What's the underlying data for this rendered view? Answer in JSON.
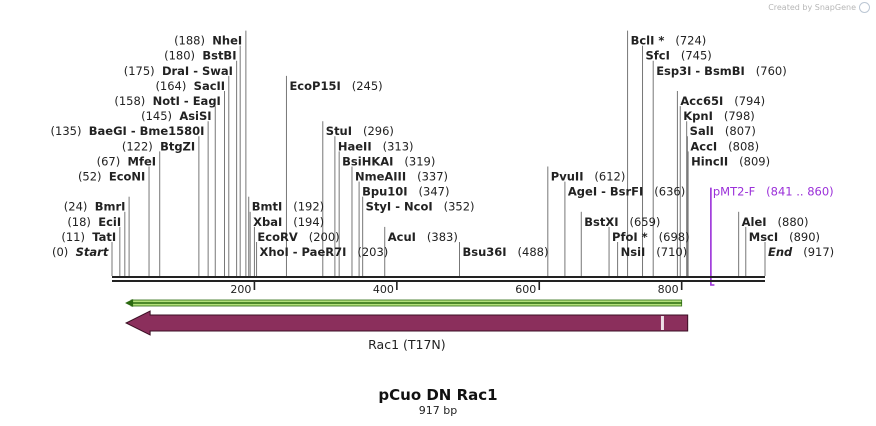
{
  "watermark": "Created by SnapGene",
  "map": {
    "title": "pCuo DN Rac1",
    "length_label": "917 bp",
    "length": 917,
    "ticks": [
      {
        "bp": 200,
        "label": "200"
      },
      {
        "bp": 400,
        "label": "400"
      },
      {
        "bp": 600,
        "label": "600"
      },
      {
        "bp": 800,
        "label": "800"
      }
    ],
    "sites": [
      {
        "name": "Start",
        "pos": "(0)",
        "bp": 0,
        "row": 0,
        "label_side": "left",
        "italic": true
      },
      {
        "name": "TatI",
        "pos": "(11)",
        "bp": 11,
        "row": 1,
        "label_side": "left"
      },
      {
        "name": "EciI",
        "pos": "(18)",
        "bp": 18,
        "row": 2,
        "label_side": "left"
      },
      {
        "name": "BmrI",
        "pos": "(24)",
        "bp": 24,
        "row": 3,
        "label_side": "left"
      },
      {
        "name": "EcoNI",
        "pos": "(52)",
        "bp": 52,
        "row": 5,
        "label_side": "left"
      },
      {
        "name": "MfeI",
        "pos": "(67)",
        "bp": 67,
        "row": 6,
        "label_side": "left"
      },
      {
        "name": "BtgZI",
        "pos": "(122)",
        "bp": 122,
        "row": 7,
        "label_side": "left"
      },
      {
        "name": "BaeGI - Bme1580I",
        "pos": "(135)",
        "bp": 135,
        "row": 8,
        "label_side": "left"
      },
      {
        "name": "AsiSI",
        "pos": "(145)",
        "bp": 145,
        "row": 9,
        "label_side": "left"
      },
      {
        "name": "NotI - EagI",
        "pos": "(158)",
        "bp": 158,
        "row": 10,
        "label_side": "left"
      },
      {
        "name": "SacII",
        "pos": "(164)",
        "bp": 164,
        "row": 11,
        "label_side": "left"
      },
      {
        "name": "DraI - SwaI",
        "pos": "(175)",
        "bp": 175,
        "row": 12,
        "label_side": "left"
      },
      {
        "name": "BstBI",
        "pos": "(180)",
        "bp": 180,
        "row": 13,
        "label_side": "left"
      },
      {
        "name": "NheI",
        "pos": "(188)",
        "bp": 188,
        "row": 14,
        "label_side": "left"
      },
      {
        "name": "XhoI - PaeR7I",
        "pos": "(203)",
        "bp": 203,
        "row": 0,
        "label_side": "right"
      },
      {
        "name": "EcoRV",
        "pos": "(200)",
        "bp": 200,
        "row": 1,
        "label_side": "right"
      },
      {
        "name": "XbaI",
        "pos": "(194)",
        "bp": 194,
        "row": 2,
        "label_side": "right"
      },
      {
        "name": "BmtI",
        "pos": "(192)",
        "bp": 192,
        "row": 3,
        "label_side": "right"
      },
      {
        "name": "EcoP15I",
        "pos": "(245)",
        "bp": 245,
        "row": 11,
        "label_side": "right"
      },
      {
        "name": "StuI",
        "pos": "(296)",
        "bp": 296,
        "row": 8,
        "label_side": "right"
      },
      {
        "name": "HaeII",
        "pos": "(313)",
        "bp": 313,
        "row": 7,
        "label_side": "right"
      },
      {
        "name": "BsiHKAI",
        "pos": "(319)",
        "bp": 319,
        "row": 6,
        "label_side": "right"
      },
      {
        "name": "NmeAIII",
        "pos": "(337)",
        "bp": 337,
        "row": 5,
        "label_side": "right"
      },
      {
        "name": "Bpu10I",
        "pos": "(347)",
        "bp": 347,
        "row": 4,
        "label_side": "right"
      },
      {
        "name": "StyI - NcoI",
        "pos": "(352)",
        "bp": 352,
        "row": 3,
        "label_side": "right"
      },
      {
        "name": "AcuI",
        "pos": "(383)",
        "bp": 383,
        "row": 1,
        "label_side": "right"
      },
      {
        "name": "Bsu36I",
        "pos": "(488)",
        "bp": 488,
        "row": 0,
        "label_side": "right"
      },
      {
        "name": "PvuII",
        "pos": "(612)",
        "bp": 612,
        "row": 5,
        "label_side": "right"
      },
      {
        "name": "AgeI - BsrFI",
        "pos": "(636)",
        "bp": 636,
        "row": 4,
        "label_side": "right"
      },
      {
        "name": "BstXI",
        "pos": "(659)",
        "bp": 659,
        "row": 2,
        "label_side": "right"
      },
      {
        "name": "PfoI *",
        "pos": "(698)",
        "bp": 698,
        "row": 1,
        "label_side": "right"
      },
      {
        "name": "NsiI",
        "pos": "(710)",
        "bp": 710,
        "row": 0,
        "label_side": "right"
      },
      {
        "name": "BclI *",
        "pos": "(724)",
        "bp": 724,
        "row": 14,
        "label_side": "right"
      },
      {
        "name": "SfcI",
        "pos": "(745)",
        "bp": 745,
        "row": 13,
        "label_side": "right"
      },
      {
        "name": "Esp3I - BsmBI",
        "pos": "(760)",
        "bp": 760,
        "row": 12,
        "label_side": "right"
      },
      {
        "name": "Acc65I",
        "pos": "(794)",
        "bp": 794,
        "row": 10,
        "label_side": "right"
      },
      {
        "name": "KpnI",
        "pos": "(798)",
        "bp": 798,
        "row": 9,
        "label_side": "right"
      },
      {
        "name": "SalI",
        "pos": "(807)",
        "bp": 807,
        "row": 8,
        "label_side": "right"
      },
      {
        "name": "AccI",
        "pos": "(808)",
        "bp": 808,
        "row": 7,
        "label_side": "right"
      },
      {
        "name": "HincII",
        "pos": "(809)",
        "bp": 809,
        "row": 6,
        "label_side": "right"
      },
      {
        "name": "AleI",
        "pos": "(880)",
        "bp": 880,
        "row": 2,
        "label_side": "right"
      },
      {
        "name": "MscI",
        "pos": "(890)",
        "bp": 890,
        "row": 1,
        "label_side": "right"
      },
      {
        "name": "End",
        "pos": "(917)",
        "bp": 917,
        "row": 0,
        "label_side": "right",
        "italic": true
      }
    ],
    "primers": [
      {
        "name": "pMT2-F",
        "range": "(841 .. 860)",
        "start": 841,
        "end": 860,
        "row": 4
      }
    ],
    "features": [
      {
        "name": "Rac1 (T17N)",
        "start": 17,
        "end": 800,
        "direction": "reverse",
        "color": "#8b2f5c",
        "mutation_bp": 773
      },
      {
        "name": "",
        "start": 17,
        "end": 800,
        "direction": "reverse",
        "color": "#b3e07a",
        "line_color": "#2b6a10"
      }
    ],
    "colors": {
      "backbone": "#222222",
      "site_line": "#777777",
      "primer": "#9b30d9"
    }
  }
}
